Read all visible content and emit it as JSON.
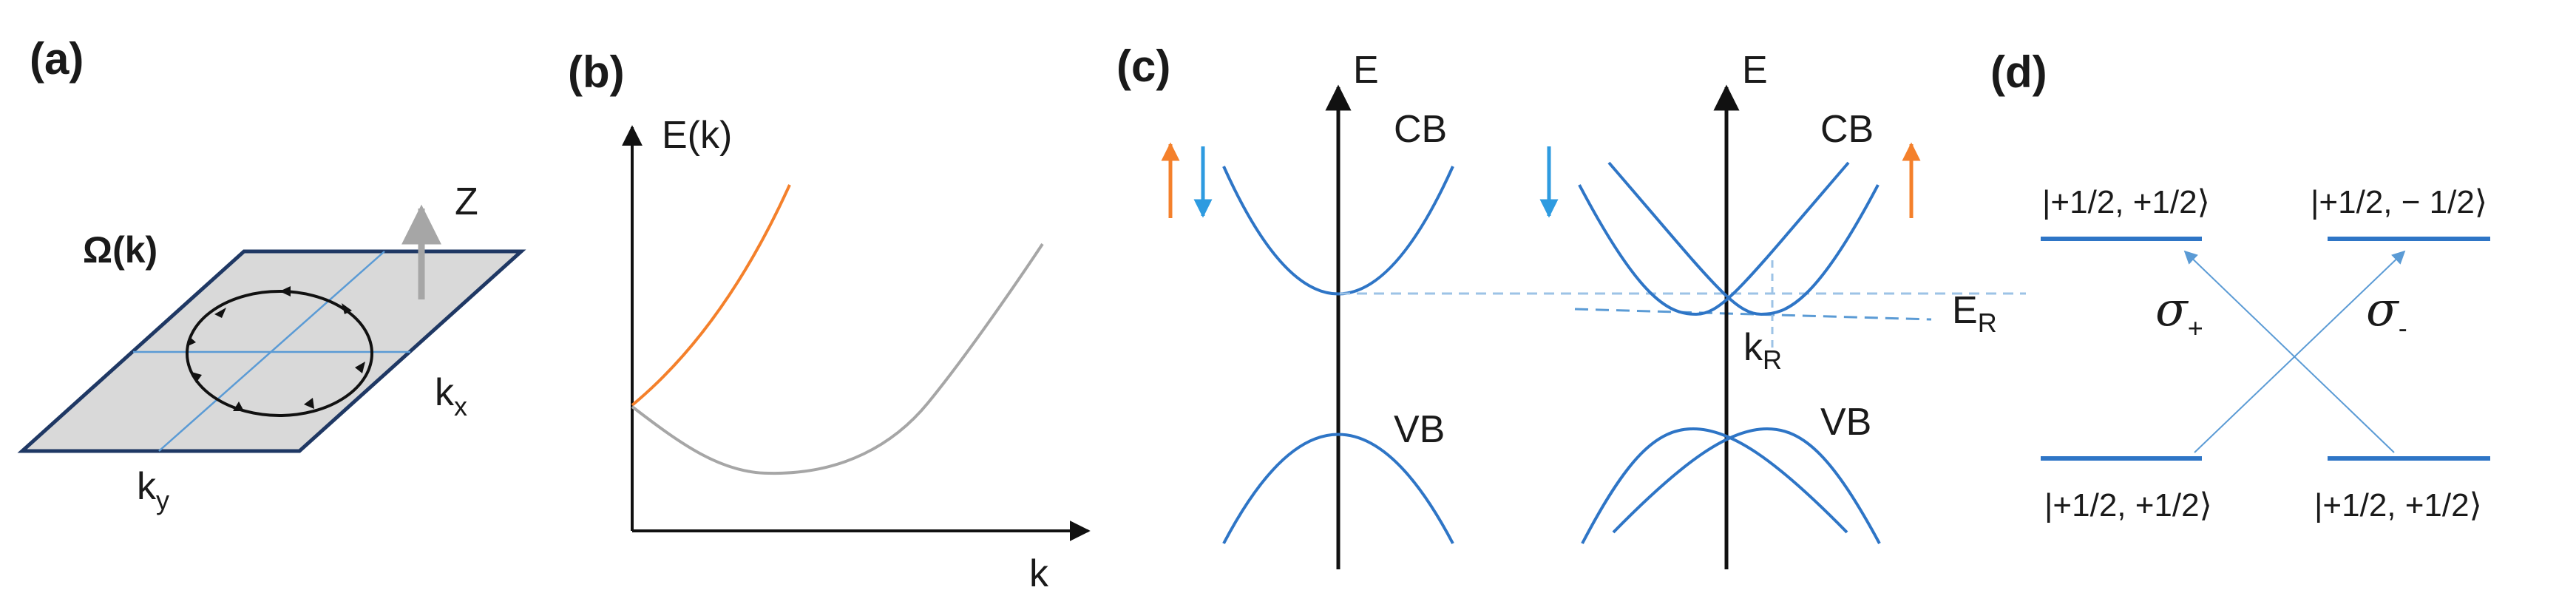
{
  "panels": {
    "a": {
      "label": "(a)",
      "omega_label": "Ω(k)",
      "z_label": "Z",
      "kx_main": "k",
      "kx_sub": "x",
      "ky_main": "k",
      "ky_sub": "y",
      "colors": {
        "plane_fill": "#d9d9d9",
        "plane_edge": "#1f3864",
        "axis_line": "#5b9bd5",
        "z_arrow": "#a6a6a6",
        "loop": "#111111"
      }
    },
    "b": {
      "label": "(b)",
      "y_axis_label": "E(k)",
      "x_axis_label": "k",
      "colors": {
        "steep_curve": "#f4802b",
        "wide_curve": "#a6a6a6",
        "axes": "#111111"
      }
    },
    "c": {
      "label": "(c)",
      "left_axis_label": "E",
      "right_axis_label": "E",
      "cb_left": "CB",
      "vb_left": "VB",
      "cb_right": "CB",
      "vb_right": "VB",
      "er_main": "E",
      "er_sub": "R",
      "kr_main": "k",
      "kr_sub": "R",
      "colors": {
        "bands": "#2e75c6",
        "dashed": "#9dc3e6",
        "spin_up": "#f4802b",
        "spin_down": "#2e9be0"
      }
    },
    "d": {
      "label": "(d)",
      "upper_left_state": "|+1/2, +1/2⟩",
      "upper_right_state": "|+1/2,  − 1/2⟩",
      "lower_left_state": "|+1/2, +1/2⟩",
      "lower_right_state": "|+1/2, +1/2⟩",
      "sigma_plus": "σ",
      "sigma_plus_sub": "+",
      "sigma_minus": "σ",
      "sigma_minus_sub": "-",
      "colors": {
        "levels": "#2e75c6",
        "transitions": "#5b9bd5"
      }
    }
  }
}
